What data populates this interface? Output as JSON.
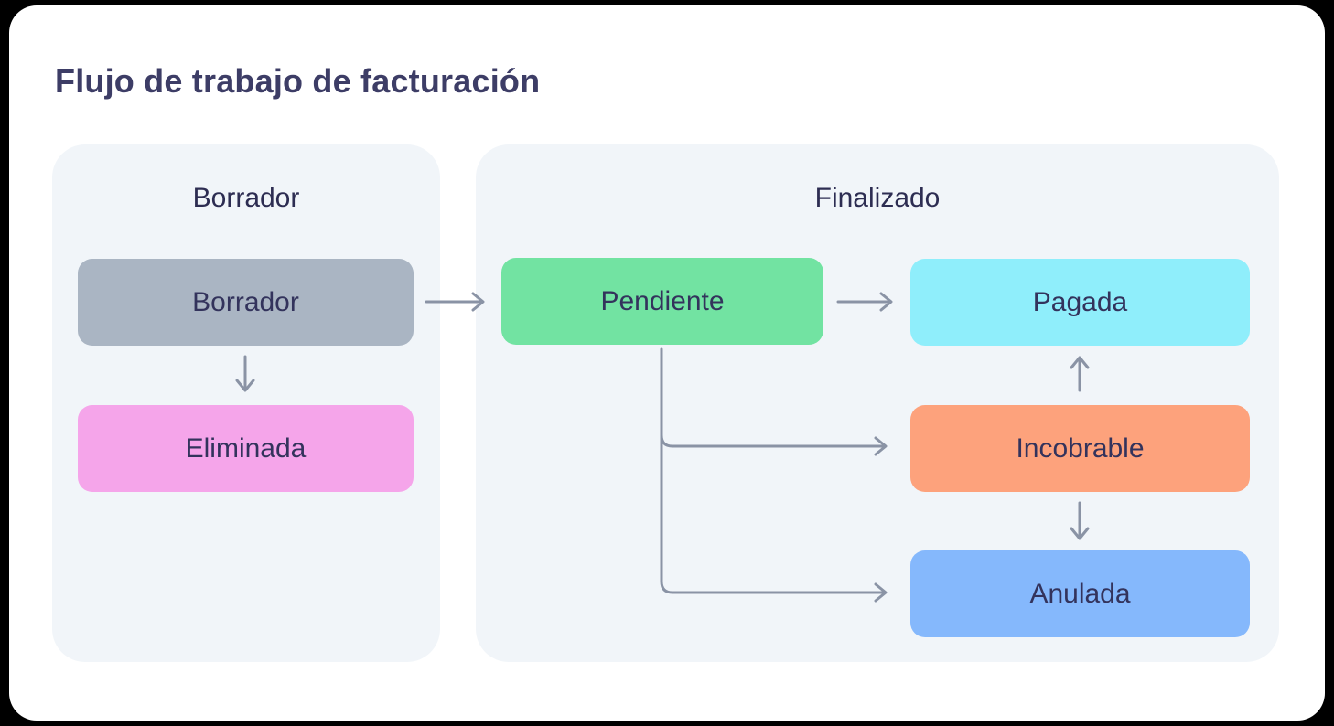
{
  "title": "Flujo de trabajo de facturación",
  "colors": {
    "surround": "#000000",
    "card_bg": "#ffffff",
    "panel_bg": "#f1f5f9",
    "title_text": "#3d3d66",
    "header_text": "#2d2d52",
    "node_text": "#33335c",
    "connector": "#8a93a5"
  },
  "panels": [
    {
      "id": "draft",
      "header": "Borrador"
    },
    {
      "id": "finalized",
      "header": "Finalizado"
    }
  ],
  "nodes": {
    "borrador": {
      "label": "Borrador",
      "color": "#aab5c3"
    },
    "eliminada": {
      "label": "Eliminada",
      "color": "#f5a5ea"
    },
    "pendiente": {
      "label": "Pendiente",
      "color": "#72e3a2"
    },
    "pagada": {
      "label": "Pagada",
      "color": "#8feefb"
    },
    "incobrable": {
      "label": "Incobrable",
      "color": "#fda27c"
    },
    "anulada": {
      "label": "Anulada",
      "color": "#85b8fc"
    }
  },
  "edges": [
    {
      "from": "Borrador",
      "to": "Pendiente"
    },
    {
      "from": "Borrador",
      "to": "Eliminada"
    },
    {
      "from": "Pendiente",
      "to": "Pagada"
    },
    {
      "from": "Pendiente",
      "to": "Incobrable"
    },
    {
      "from": "Pendiente",
      "to": "Anulada"
    },
    {
      "from": "Incobrable",
      "to": "Pagada"
    },
    {
      "from": "Incobrable",
      "to": "Anulada"
    }
  ]
}
